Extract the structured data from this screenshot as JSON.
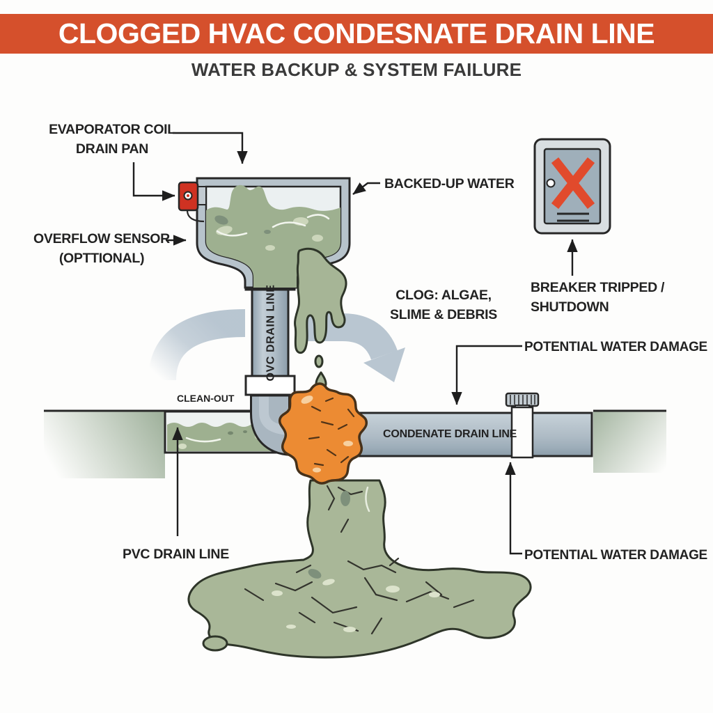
{
  "banner": {
    "title": "CLOGGED HVAC CONDESNATE DRAIN LINE"
  },
  "subtitle": "WATER BACKUP & SYSTEM FAILURE",
  "labels": {
    "evaporator": "EVAPORATOR COIL\nDRAIN PAN",
    "overflow": "OVERFLOW SENSOR\n(OPTTIONAL)",
    "backed_up": "BACKED-UP WATER",
    "clog": "CLOG: ALGAE,\nSLIME & DEBRIS",
    "breaker": "BREAKER TRIPPED /\nSHUTDOWN",
    "potential_upper": "POTENTIAL WATER DAMAGE",
    "clean_out": "CLEAN-OUT",
    "condensate": "CONDENATE DRAIN LINE",
    "ovc": "OVC DRAIN LINE",
    "pvc": "PVC DRAIN LINE",
    "potential_lower": "POTENTIAL WATER DAMAGE"
  },
  "colors": {
    "banner": "#d5502c",
    "title_text": "#ffffff",
    "subtitle": "#3a3a3a",
    "label": "#222222",
    "water": "#9eb090",
    "slime": "#a6b596",
    "puddle": "#a9b798",
    "clog": "#ec8b33",
    "clog_outline": "#46311a",
    "pipe": "#aebbc5",
    "pipe_light": "#c7d2d9",
    "pipe_dark": "#8b9ca9",
    "swoosh": "#b5c3cf",
    "panel_outer": "#d9dee1",
    "panel_inner": "#9fafba",
    "x_red": "#e14a2c",
    "sensor_red": "#cf3222",
    "soil": "#8aa086",
    "ink": "#272727"
  }
}
